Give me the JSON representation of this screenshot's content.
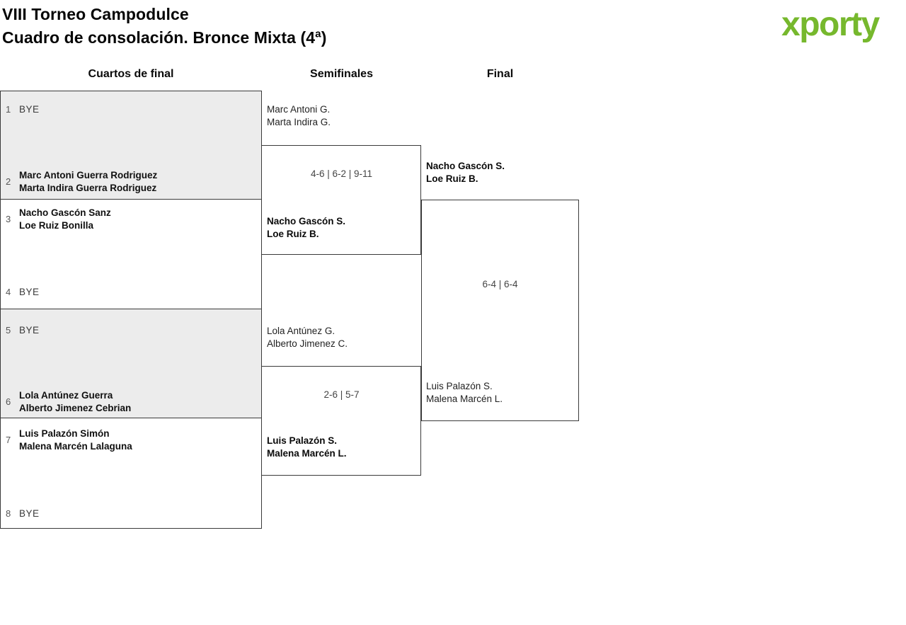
{
  "header": {
    "title_line1": "VIII Torneo Campodulce",
    "title_line2": "Cuadro de consolación. Bronce Mixta (4ª)",
    "logo_text": "xporty"
  },
  "brand_colors": {
    "green": "#76b82d",
    "blue": "#29a9e0",
    "orange": "#e87613",
    "shaded_box": "#ececec",
    "border": "#3a3a3a"
  },
  "round_headers": {
    "quarterfinals": "Cuartos de final",
    "semifinals": "Semifinales",
    "final": "Final"
  },
  "quarterfinals": [
    {
      "top": {
        "seed": "1",
        "line1": "BYE",
        "line2": ""
      },
      "bottom": {
        "seed": "2",
        "line1": "Marc Antoni Guerra Rodriguez",
        "line2": "Marta Indira Guerra Rodriguez"
      }
    },
    {
      "top": {
        "seed": "3",
        "line1": "Nacho Gascón Sanz",
        "line2": "Loe Ruiz Bonilla"
      },
      "bottom": {
        "seed": "4",
        "line1": "BYE",
        "line2": ""
      }
    },
    {
      "top": {
        "seed": "5",
        "line1": "BYE",
        "line2": ""
      },
      "bottom": {
        "seed": "6",
        "line1": "Lola Antúnez Guerra",
        "line2": "Alberto Jimenez Cebrian"
      }
    },
    {
      "top": {
        "seed": "7",
        "line1": "Luis Palazón Simón",
        "line2": "Malena Marcén Lalaguna"
      },
      "bottom": {
        "seed": "8",
        "line1": "BYE",
        "line2": ""
      }
    }
  ],
  "semifinals": [
    {
      "top": {
        "line1": "Marc Antoni G.",
        "line2": "Marta Indira G."
      },
      "score": "4-6 | 6-2 | 9-11",
      "bottom": {
        "line1": "Nacho Gascón S.",
        "line2": "Loe Ruiz B."
      }
    },
    {
      "top": {
        "line1": "Lola Antúnez G.",
        "line2": "Alberto Jimenez C."
      },
      "score": "2-6 | 5-7",
      "bottom": {
        "line1": "Luis Palazón S.",
        "line2": "Malena Marcén L."
      }
    }
  ],
  "final": {
    "top": {
      "line1": "Nacho Gascón S.",
      "line2": "Loe Ruiz B."
    },
    "score": "6-4 | 6-4",
    "bottom": {
      "line1": "Luis Palazón S.",
      "line2": "Malena Marcén L."
    }
  }
}
